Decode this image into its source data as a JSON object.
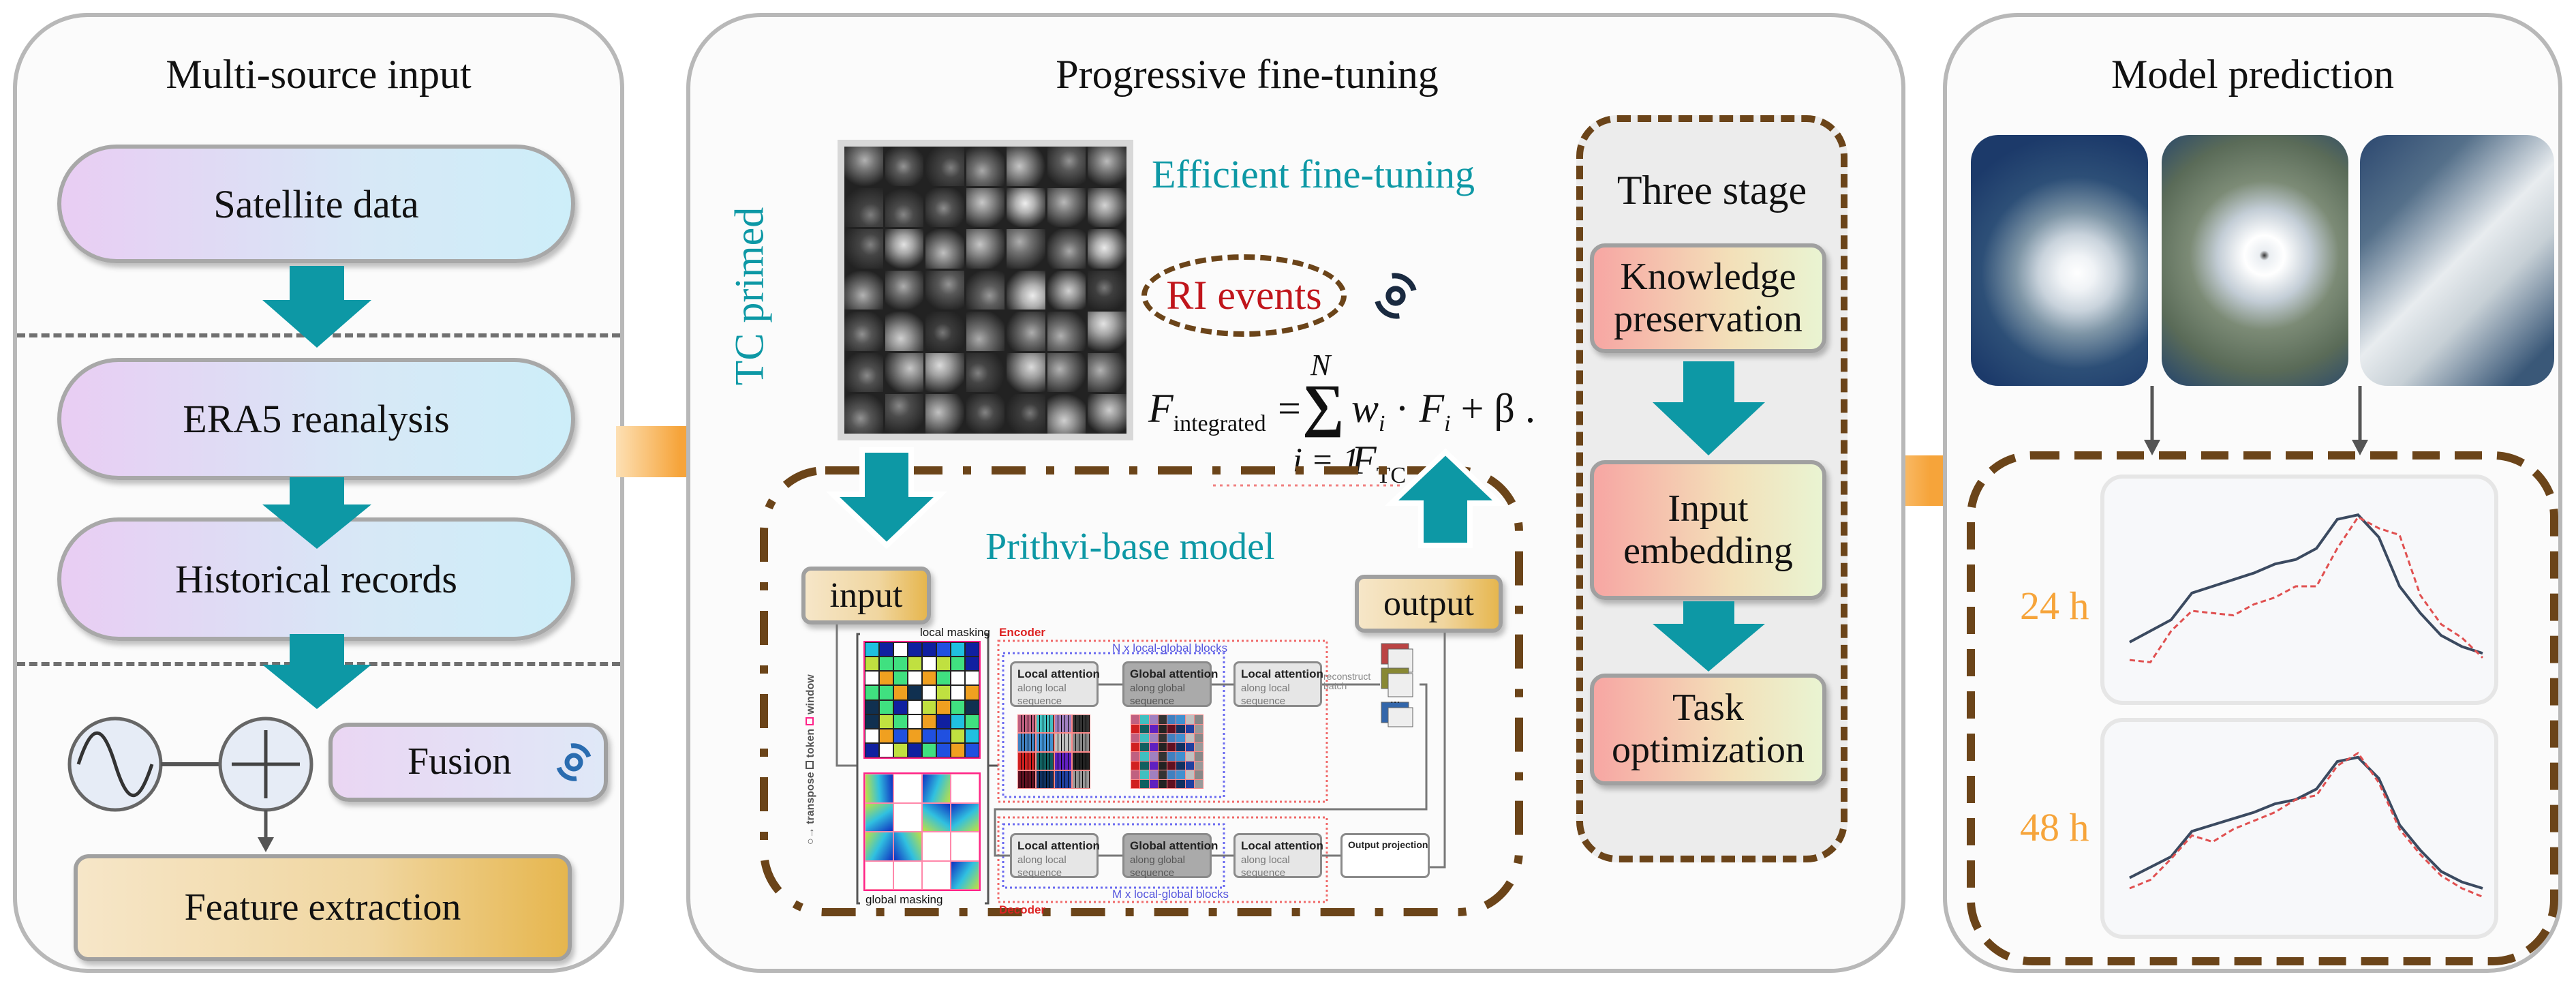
{
  "panels": {
    "input": {
      "title": "Multi-source input",
      "satellite": "Satellite data",
      "era5": "ERA5 reanalysis",
      "historical": "Historical records",
      "fusion": "Fusion",
      "feature": "Feature extraction"
    },
    "finetune": {
      "title": "Progressive fine-tuning",
      "tc_primed": "TC primed",
      "efficient": "Efficient fine-tuning",
      "ri_events": "RI events",
      "formula": {
        "lhs": "F",
        "lhs_sub": "integrated",
        "eq": "=",
        "sum_top": "N",
        "sum_bottom": "i = 1",
        "term": "w",
        "term_sub": "i",
        "dot": "·",
        "f": "F",
        "f_sub": "i",
        "plus": "+ β .",
        "ftc": "F",
        "ftc_sub": "TC"
      },
      "prithvi": {
        "title": "Prithvi-base model",
        "input": "input",
        "output": "output",
        "local_masking": "local masking",
        "global_masking": "global masking",
        "encoder": "Encoder",
        "decoder": "Decoder",
        "n_blocks": "N x local-global blocks",
        "m_blocks": "M x local-global blocks",
        "local_attention": "Local attention",
        "local_sub": "along local sequence",
        "global_attention": "Global attention",
        "global_sub": "along global sequence",
        "reconstruct": "reconstruct batch",
        "output_projection": "Output projection",
        "legend_window": "window",
        "legend_token": "token",
        "legend_transpose": "transpose",
        "ellipsis": "..."
      },
      "three_stage": {
        "title": "Three stage",
        "stages": [
          "Knowledge preservation",
          "Input embedding",
          "Task optimization"
        ]
      }
    },
    "prediction": {
      "title": "Model prediction",
      "h24": "24 h",
      "h48": "48 h"
    }
  },
  "colors": {
    "teal": "#0d98a5",
    "orange": "#f6a43a",
    "brown": "#6b4419",
    "ri_red": "#c0151b"
  },
  "icons": [
    "sine-wave-icon",
    "plus-circle-icon",
    "typhoon-icon"
  ],
  "chart_data": [
    {
      "type": "line",
      "series": [
        {
          "values": [
            35,
            40,
            45,
            57,
            60,
            63,
            66,
            70,
            72,
            77,
            90,
            92,
            82,
            60,
            48,
            38,
            33,
            30
          ]
        },
        {
          "values": [
            27,
            26,
            40,
            49,
            48,
            47,
            52,
            55,
            60,
            60,
            77,
            91,
            86,
            83,
            56,
            43,
            37,
            28
          ],
          "style": "dashed-red"
        }
      ]
    },
    {
      "type": "line",
      "series": [
        {
          "values": [
            35,
            40,
            45,
            57,
            60,
            63,
            66,
            70,
            72,
            77,
            90,
            92,
            82,
            60,
            48,
            38,
            33,
            30
          ]
        },
        {
          "values": [
            30,
            34,
            44,
            55,
            52,
            58,
            62,
            66,
            72,
            74,
            88,
            94,
            80,
            58,
            46,
            36,
            30,
            26
          ],
          "style": "dashed-red"
        }
      ]
    }
  ]
}
